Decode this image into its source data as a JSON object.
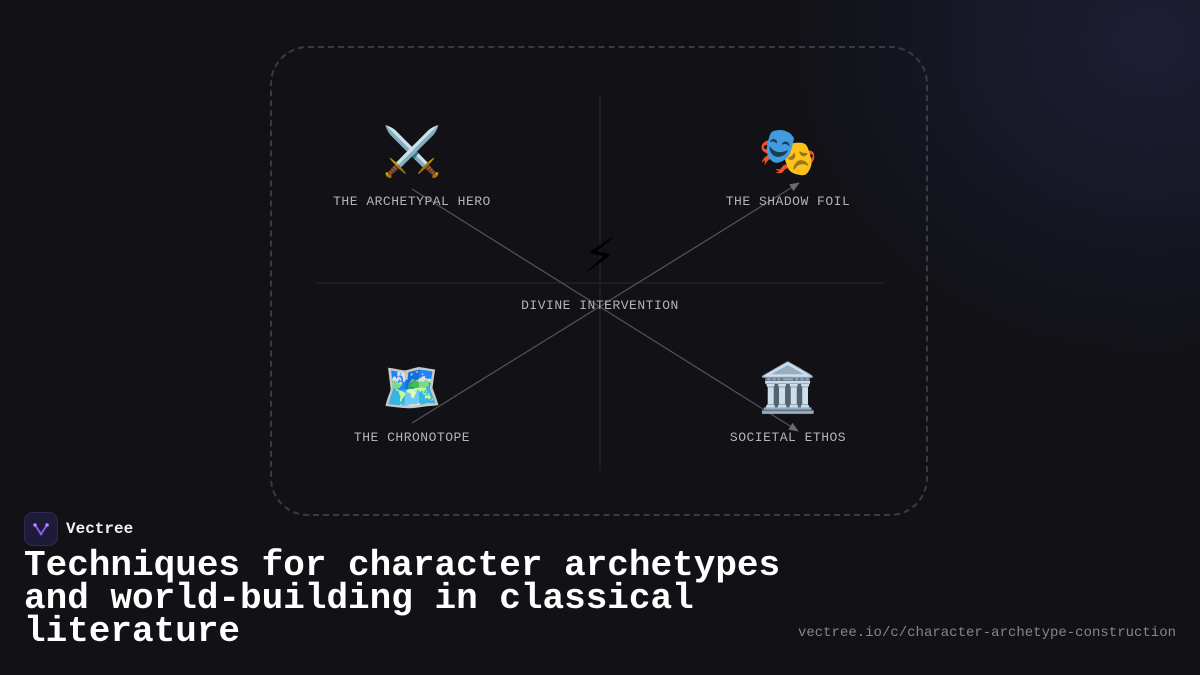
{
  "brand": {
    "name": "Vectree",
    "logo_icon": "vectree-logo-icon",
    "logo_color": "#8b5cf6"
  },
  "title": "Techniques for character archetypes and world-building in classical literature",
  "url": "vectree.io/c/character-archetype-construction",
  "diagram": {
    "center": {
      "icon": "⚡",
      "icon_name": "lightning-icon",
      "label": "DIVINE INTERVENTION"
    },
    "nodes": [
      {
        "id": "hero",
        "icon": "⚔️",
        "icon_name": "crossed-swords-icon",
        "label": "THE ARCHETYPAL HERO"
      },
      {
        "id": "shadow",
        "icon": "🎭",
        "icon_name": "theater-masks-icon",
        "label": "THE SHADOW FOIL"
      },
      {
        "id": "chronotope",
        "icon": "🗺️",
        "icon_name": "world-map-icon",
        "label": "THE CHRONOTOPE"
      },
      {
        "id": "ethos",
        "icon": "🏛️",
        "icon_name": "classical-building-icon",
        "label": "SOCIETAL ETHOS"
      }
    ],
    "connections": [
      {
        "from": "hero",
        "to": "ethos",
        "arrow": true
      },
      {
        "from": "chronotope",
        "to": "shadow",
        "arrow": true
      }
    ],
    "colors": {
      "line": "#55555d",
      "divider": "#26262d",
      "frame": "#3a3a42",
      "label": "#b4b4bc"
    }
  }
}
